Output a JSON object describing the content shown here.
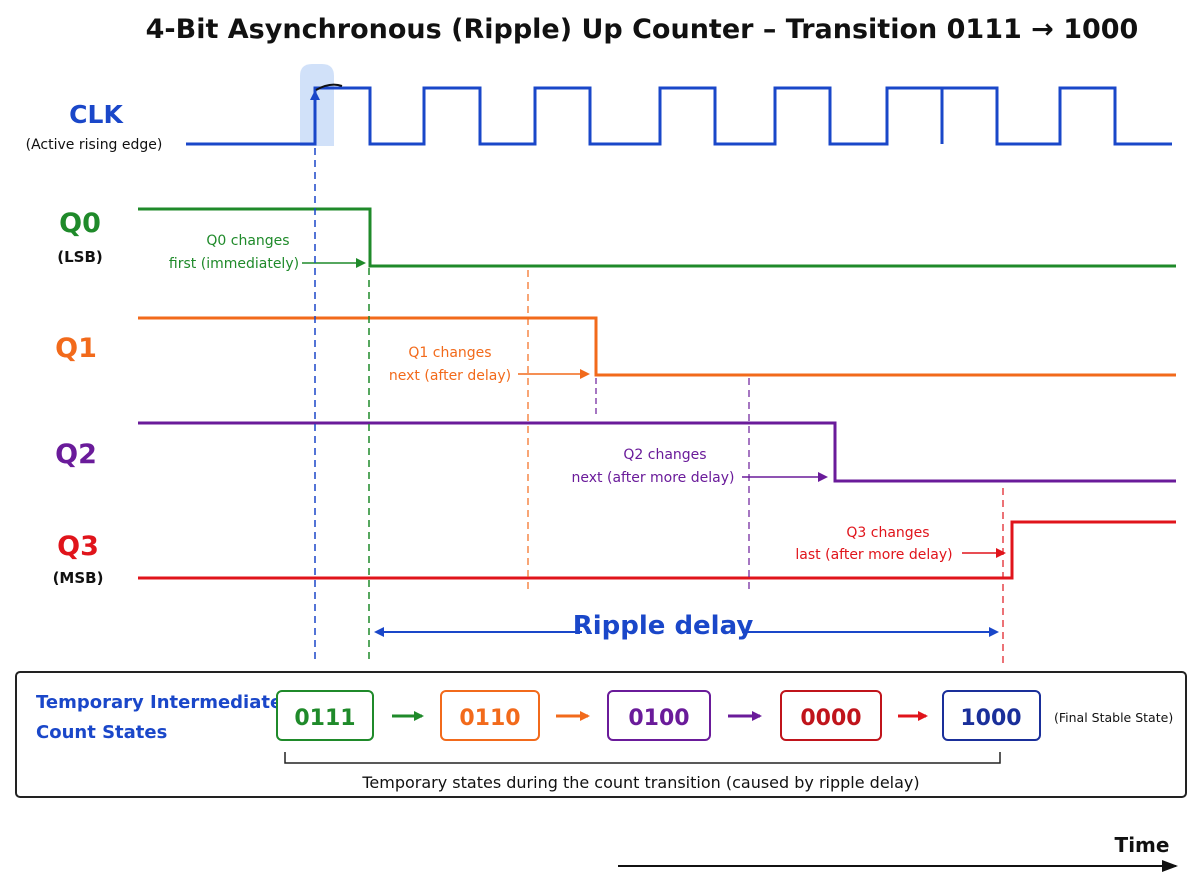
{
  "title": "4-Bit Asynchronous (Ripple) Up Counter – Transition 0111 → 1000",
  "signals": {
    "clk": {
      "name": "CLK",
      "sub": "(Active rising edge)",
      "color": "#1a47c9"
    },
    "q0": {
      "name": "Q0",
      "sub": "(LSB)",
      "color": "#1f8a2a"
    },
    "q1": {
      "name": "Q1",
      "sub": "",
      "color": "#f26a1b"
    },
    "q2": {
      "name": "Q2",
      "sub": "",
      "color": "#6a1b9a"
    },
    "q3": {
      "name": "Q3",
      "sub": "(MSB)",
      "color": "#e0141b"
    }
  },
  "annotations": {
    "q0": {
      "line1": "Q0 changes",
      "line2": "first (immediately)"
    },
    "q1": {
      "line1": "Q1 changes",
      "line2": "next (after delay)"
    },
    "q2": {
      "line1": "Q2 changes",
      "line2": "next (after more delay)"
    },
    "q3": {
      "line1": "Q3 changes",
      "line2": "last (after more delay)"
    }
  },
  "ripple_label": "Ripple delay",
  "states_box": {
    "heading_line1": "Temporary Intermediate",
    "heading_line2": "Count States",
    "states": [
      {
        "value": "0111",
        "color": "#1f8a2a"
      },
      {
        "value": "0110",
        "color": "#f26a1b"
      },
      {
        "value": "0100",
        "color": "#6a1b9a"
      },
      {
        "value": "0000",
        "color": "#c0141b"
      },
      {
        "value": "1000",
        "color": "#1a2f9a"
      }
    ],
    "final_note": "(Final Stable State)",
    "caption": "Temporary states during the count transition (caused by ripple delay)"
  },
  "time_label": "Time",
  "colors": {
    "heading": "#1a47c9",
    "text": "#111111",
    "arrow": "#111111"
  }
}
